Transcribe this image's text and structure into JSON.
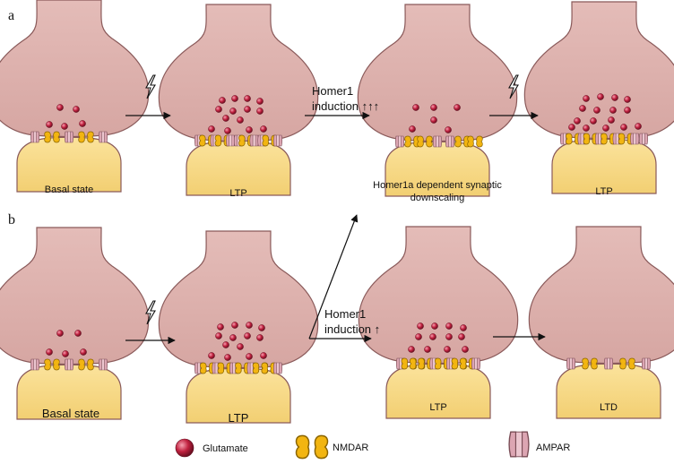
{
  "panels": [
    {
      "letter": "a",
      "stages": [
        "Basal state",
        "LTP",
        "Homer1a dependent synaptic",
        "LTP"
      ],
      "stage_line2": "downscaling",
      "arrow_labels": [
        "Homer1",
        "induction ↑↑↑"
      ]
    },
    {
      "letter": "b",
      "stages": [
        "Basal state",
        "LTP",
        "LTP",
        "LTD"
      ],
      "arrow_labels": [
        "Homer1",
        "induction ↑"
      ]
    }
  ],
  "legend": [
    {
      "icon": "glutamate-icon",
      "label": "Glutamate"
    },
    {
      "icon": "nmdar-icon",
      "label": "NMDAR"
    },
    {
      "icon": "ampar-icon",
      "label": "AMPAR"
    }
  ],
  "colors": {
    "presynaptic": "#dfb2ae",
    "presynaptic_stroke": "#8a5a5a",
    "postsynaptic": "#f7d98a",
    "postsynaptic_stroke": "#8a5a5a",
    "glutamate": "#c0213f",
    "nmdar": "#f2b511",
    "ampar": "#dca5b2"
  }
}
